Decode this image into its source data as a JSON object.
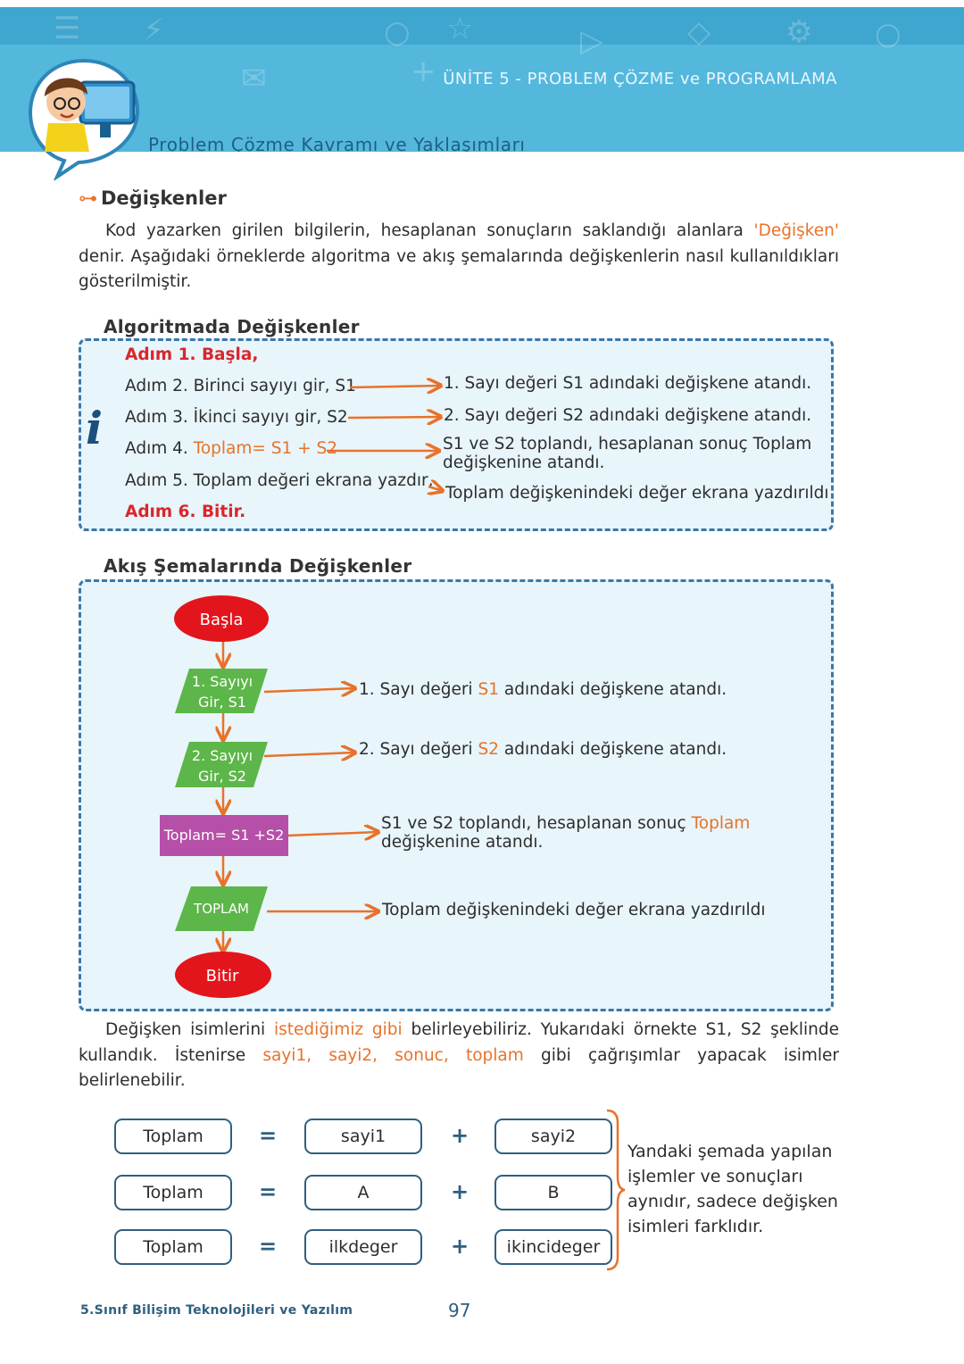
{
  "header": {
    "unit_title": "ÜNİTE 5 - PROBLEM ÇÖZME ve PROGRAMLAMA",
    "section_title": "Problem Çözme Kavramı ve Yaklaşımları"
  },
  "intro": {
    "heading": "Değişkenler",
    "p1_part1": "Kod yazarken girilen bilgilerin, hesaplanan sonuçların saklandığı alanlara ",
    "p1_highlight": "'Değişken'",
    "p1_part2": " denir. Aşağıdaki örneklerde algoritma ve akış şemalarında değişkenlerin nasıl kullanıldıkları gösterilmiştir."
  },
  "algorithm": {
    "title": "Algoritmada Değişkenler",
    "step1": "Adım 1. Başla,",
    "step2": "Adım 2. Birinci sayıyı gir, S1",
    "step3": "Adım 3. İkinci sayıyı gir, S2",
    "step4_prefix": "Adım 4. ",
    "step4_highlight": "Toplam= S1 + S2",
    "step5": "Adım 5. Toplam değeri ekrana yazdır,",
    "step6": "Adım 6. Bitir.",
    "desc2": "1. Sayı değeri S1 adındaki değişkene atandı.",
    "desc3": "2. Sayı değeri S2 adındaki değişkene atandı.",
    "desc4_line1": "S1 ve S2 toplandı, hesaplanan sonuç Toplam",
    "desc4_line2": "değişkenine atandı.",
    "desc5": "Toplam değişkenindeki değer ekrana yazdırıldı"
  },
  "flowchart": {
    "title": "Akış Şemalarında Değişkenler",
    "start": "Başla",
    "input1_line1": "1. Sayıyı",
    "input1_line2": "Gir, S1",
    "input2_line1": "2. Sayıyı",
    "input2_line2": "Gir, S2",
    "process": "Toplam= S1 +S2",
    "output": "TOPLAM",
    "end": "Bitir",
    "desc1_a": "1. Sayı değeri ",
    "desc1_var": "S1",
    "desc1_b": " adındaki değişkene atandı.",
    "desc2_a": "2. Sayı değeri ",
    "desc2_var": "S2",
    "desc2_b": " adındaki değişkene atandı.",
    "desc3_a": "S1 ve S2 toplandı, hesaplanan sonuç ",
    "desc3_var": "Toplam",
    "desc3_b": "değişkenine atandı.",
    "desc4": "Toplam değişkenindeki değer ekrana yazdırıldı"
  },
  "naming": {
    "p_a": "Değişken isimlerini ",
    "p_h1": "istediğimiz gibi",
    "p_b": " belirleyebiliriz. Yukarıdaki örnekte S1, S2 şeklinde kullandık. İstenirse ",
    "p_h2": "sayi1, sayi2, sonuc, toplam",
    "p_c": " gibi çağrışımlar yapacak isimler belirlenebilir."
  },
  "equations": {
    "rows": [
      {
        "left": "Toplam",
        "a": "sayi1",
        "b": "sayi2"
      },
      {
        "left": "Toplam",
        "a": "A",
        "b": "B"
      },
      {
        "left": "Toplam",
        "a": "ilkdeger",
        "b": "ikincideger"
      }
    ],
    "equals": "=",
    "plus": "+",
    "side_note": "Yandaki şemada yapılan işlemler ve sonuçları aynıdır, sadece değişken isimleri farklıdır."
  },
  "footer": {
    "book_title": "5.Sınıf Bilişim Teknolojileri ve Yazılım",
    "page_number": "97"
  },
  "colors": {
    "header_blue": "#54b8dd",
    "accent_orange": "#e8722a",
    "terminal_red": "#e3151c",
    "io_green": "#5db649",
    "process_purple": "#b64fa8",
    "box_border": "#3a78a8"
  }
}
